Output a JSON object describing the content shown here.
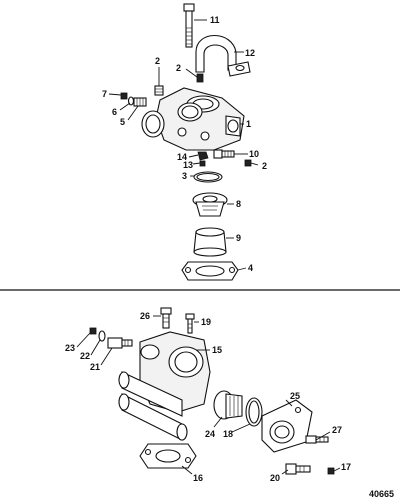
{
  "diagram": {
    "reference_number": "40665",
    "callouts": {
      "c11": "11",
      "c12": "12",
      "c2a": "2",
      "c2b": "2",
      "c2c": "2",
      "c7": "7",
      "c6": "6",
      "c5": "5",
      "c3": "3",
      "c1": "1",
      "c10": "10",
      "c14": "14",
      "c13": "13",
      "c8": "8",
      "c9": "9",
      "c4": "4",
      "c26": "26",
      "c19": "19",
      "c23": "23",
      "c22": "22",
      "c21": "21",
      "c15": "15",
      "c25": "25",
      "c24": "24",
      "c18": "18",
      "c27": "27",
      "c16": "16",
      "c20": "20",
      "c17": "17"
    }
  }
}
